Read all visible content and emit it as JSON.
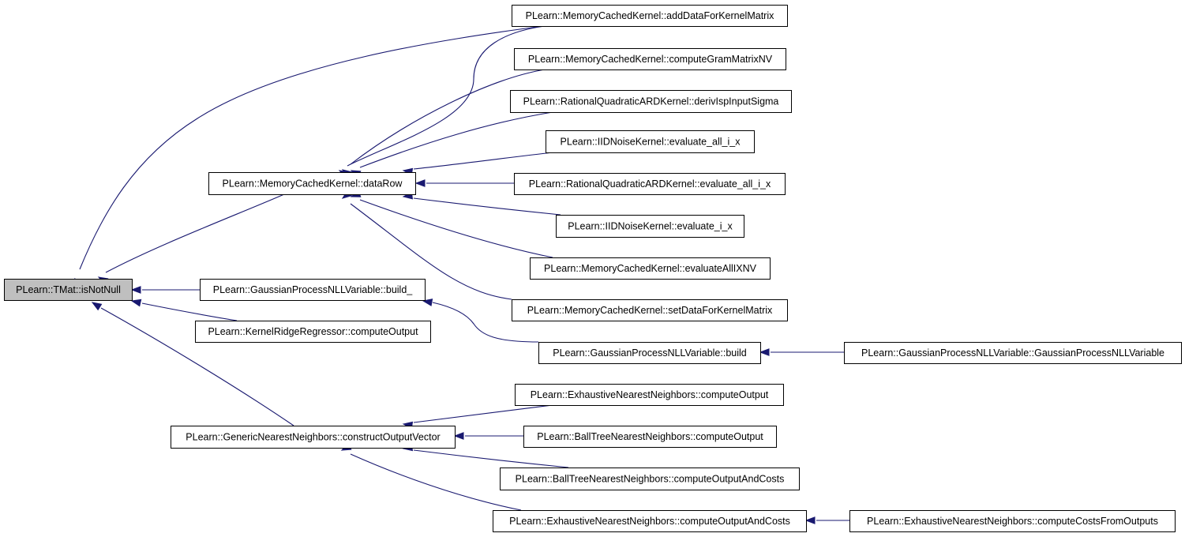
{
  "nodes": [
    {
      "id": "isNotNull",
      "label": "PLearn::TMat::isNotNull"
    },
    {
      "id": "dataRow",
      "label": "PLearn::MemoryCachedKernel::dataRow"
    },
    {
      "id": "build_",
      "label": "PLearn::GaussianProcessNLLVariable::build_"
    },
    {
      "id": "krrComputeOutput",
      "label": "PLearn::KernelRidgeRegressor::computeOutput"
    },
    {
      "id": "constructOutputVector",
      "label": "PLearn::GenericNearestNeighbors::constructOutputVector"
    },
    {
      "id": "addDataForKernelMatrix",
      "label": "PLearn::MemoryCachedKernel::addDataForKernelMatrix"
    },
    {
      "id": "computeGramMatrixNV",
      "label": "PLearn::MemoryCachedKernel::computeGramMatrixNV"
    },
    {
      "id": "derivIspInputSigma",
      "label": "PLearn::RationalQuadraticARDKernel::derivIspInputSigma"
    },
    {
      "id": "iidEvaluateAll",
      "label": "PLearn::IIDNoiseKernel::evaluate_all_i_x"
    },
    {
      "id": "rqEvaluateAll",
      "label": "PLearn::RationalQuadraticARDKernel::evaluate_all_i_x"
    },
    {
      "id": "iidEvaluateI",
      "label": "PLearn::IIDNoiseKernel::evaluate_i_x"
    },
    {
      "id": "evaluateAllIXNV",
      "label": "PLearn::MemoryCachedKernel::evaluateAllIXNV"
    },
    {
      "id": "setDataForKernelMatrix",
      "label": "PLearn::MemoryCachedKernel::setDataForKernelMatrix"
    },
    {
      "id": "build",
      "label": "PLearn::GaussianProcessNLLVariable::build"
    },
    {
      "id": "gpConstructor",
      "label": "PLearn::GaussianProcessNLLVariable::GaussianProcessNLLVariable"
    },
    {
      "id": "exComputeOutput",
      "label": "PLearn::ExhaustiveNearestNeighbors::computeOutput"
    },
    {
      "id": "btComputeOutput",
      "label": "PLearn::BallTreeNearestNeighbors::computeOutput"
    },
    {
      "id": "btComputeOutputAndCosts",
      "label": "PLearn::BallTreeNearestNeighbors::computeOutputAndCosts"
    },
    {
      "id": "exComputeOutputAndCosts",
      "label": "PLearn::ExhaustiveNearestNeighbors::computeOutputAndCosts"
    },
    {
      "id": "exComputeCostsFromOutputs",
      "label": "PLearn::ExhaustiveNearestNeighbors::computeCostsFromOutputs"
    }
  ],
  "edges": [
    {
      "from": "addDataForKernelMatrix",
      "to": "isNotNull"
    },
    {
      "from": "dataRow",
      "to": "isNotNull"
    },
    {
      "from": "build_",
      "to": "isNotNull"
    },
    {
      "from": "krrComputeOutput",
      "to": "isNotNull"
    },
    {
      "from": "constructOutputVector",
      "to": "isNotNull"
    },
    {
      "from": "addDataForKernelMatrix",
      "to": "dataRow"
    },
    {
      "from": "computeGramMatrixNV",
      "to": "dataRow"
    },
    {
      "from": "derivIspInputSigma",
      "to": "dataRow"
    },
    {
      "from": "iidEvaluateAll",
      "to": "dataRow"
    },
    {
      "from": "rqEvaluateAll",
      "to": "dataRow"
    },
    {
      "from": "iidEvaluateI",
      "to": "dataRow"
    },
    {
      "from": "evaluateAllIXNV",
      "to": "dataRow"
    },
    {
      "from": "setDataForKernelMatrix",
      "to": "dataRow"
    },
    {
      "from": "build",
      "to": "build_"
    },
    {
      "from": "gpConstructor",
      "to": "build"
    },
    {
      "from": "exComputeOutput",
      "to": "constructOutputVector"
    },
    {
      "from": "btComputeOutput",
      "to": "constructOutputVector"
    },
    {
      "from": "btComputeOutputAndCosts",
      "to": "constructOutputVector"
    },
    {
      "from": "exComputeOutputAndCosts",
      "to": "constructOutputVector"
    },
    {
      "from": "exComputeCostsFromOutputs",
      "to": "exComputeOutputAndCosts"
    }
  ]
}
